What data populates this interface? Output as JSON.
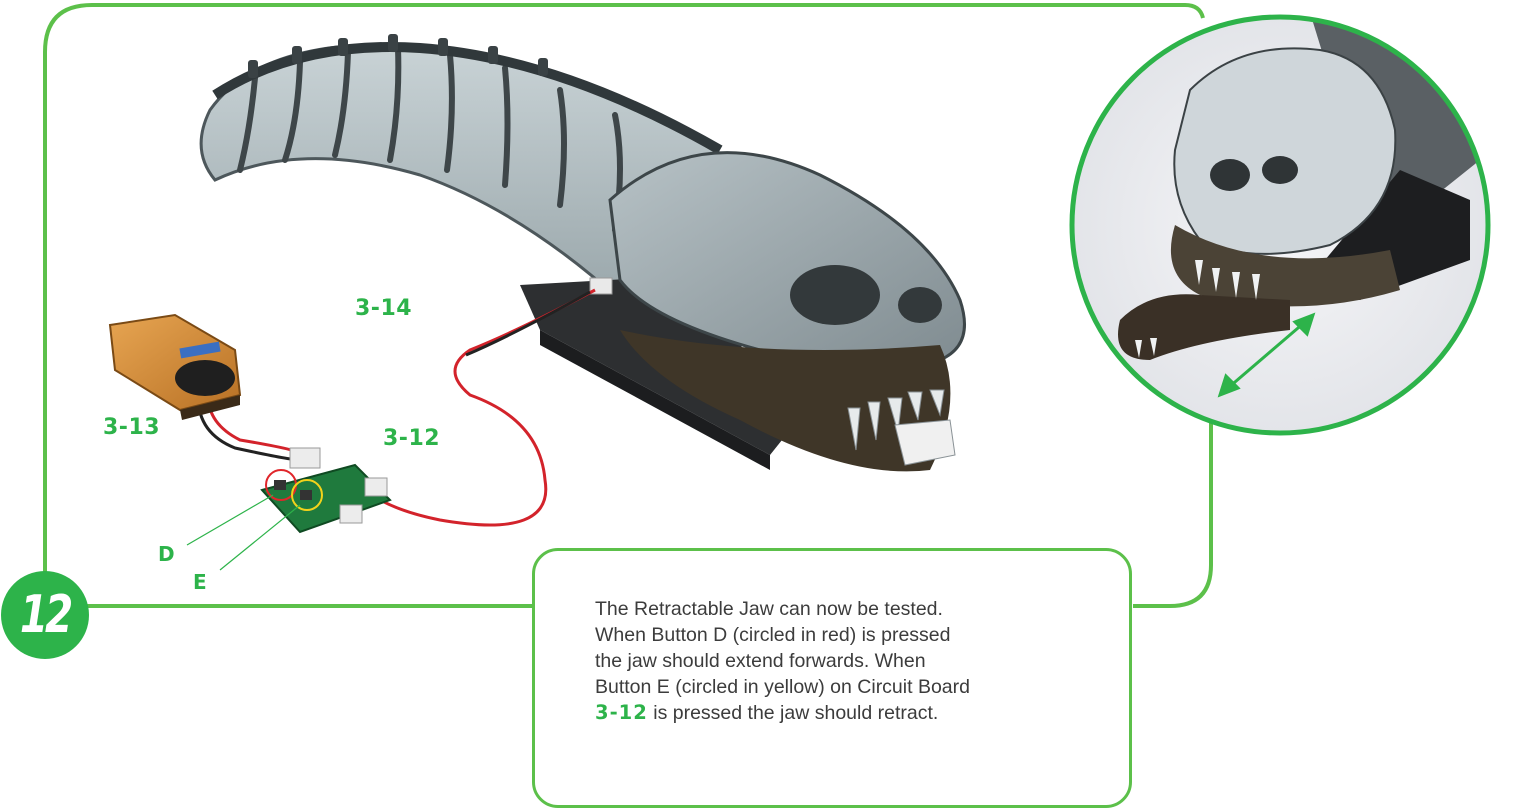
{
  "step": {
    "number": "12"
  },
  "labels": {
    "part_3_14": "3-14",
    "part_3_13": "3-13",
    "part_3_12": "3-12",
    "button_d": "D",
    "button_e": "E"
  },
  "instructions": {
    "line1": "The Retractable Jaw can now be tested.",
    "line2": "When Button D (circled in red) is pressed",
    "line3": "the jaw should extend forwards. When",
    "line4": "Button E (circled in yellow) on Circuit Board",
    "line5_ref": "3-12",
    "line5_rest": " is pressed the jaw should retract."
  },
  "colors": {
    "accent_green": "#2db34a",
    "frame_green": "#5cc04a",
    "marker_red": "#e0262b",
    "marker_yellow": "#f2d21b"
  }
}
